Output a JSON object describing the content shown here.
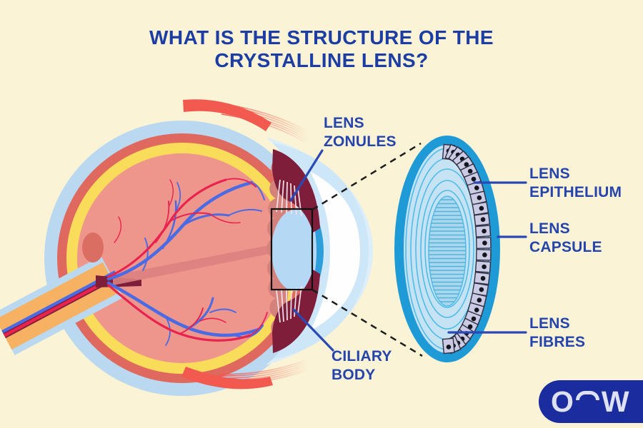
{
  "title": "WHAT IS THE STRUCTURE OF THE\nCRYSTALLINE LENS?",
  "labels": {
    "lens_zonules": "LENS\nZONULES",
    "ciliary_body": "CILIARY\nBODY",
    "lens_epithelium": "LENS\nEPITHELIUM",
    "lens_capsule": "LENS\nCAPSULE",
    "lens_fibres": "LENS\nFIBRES"
  },
  "logo": {
    "letter_o": "O",
    "letter_w": "W"
  },
  "colors": {
    "background": "#FAF3D5",
    "title_text": "#1C3DA4",
    "label_text": "#2544AC",
    "pointer_line": "#2B49B5",
    "eye_outer_blue": "#BAD9F0",
    "sclera_red": "#E0695F",
    "choroid_yellow": "#F9DC59",
    "retina_pink": "#EF968C",
    "ora_serrata_pink": "#D4827B",
    "vessel_red": "#E8234D",
    "vessel_blue": "#4A6BE4",
    "iris_maroon": "#7E1E3B",
    "lens_blue": "#B5D8F4",
    "pupil_rim_blue": "#2F9FDB",
    "cornea_blue": "#CDE7F8",
    "cornea_white": "#FEFEFE",
    "optic_nerve_orange": "#F6B163",
    "muscle_red": "#F2594F",
    "capsule_blue": "#1E9AD6",
    "lens_fibre_fill": "#C6E3F4",
    "lens_fibre_line": "#4FBCE8",
    "epithelium_cell": "#CBCBE5",
    "logo_background": "#1B2D9E",
    "logo_text": "#DDE1F2"
  }
}
